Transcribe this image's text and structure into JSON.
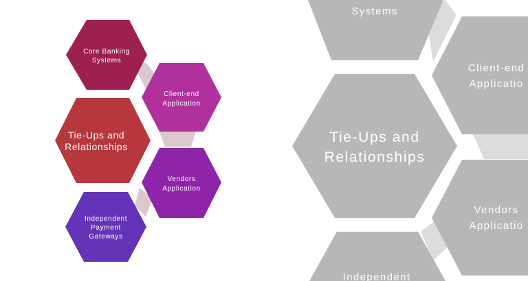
{
  "diagram": {
    "nodes": {
      "core_banking": {
        "line1": "Core Banking",
        "line2": "Systems",
        "color": "#9e2051"
      },
      "client_end": {
        "line1": "Client-end",
        "line2": "Application",
        "color": "#b0309e"
      },
      "tie_ups": {
        "line1": "Tie-Ups and",
        "line2": "Relationships",
        "color": "#b7373f"
      },
      "vendors": {
        "line1": "Vendors",
        "line2": "Application",
        "color": "#8e25a8"
      },
      "independent": {
        "line1": "Independent",
        "line2": "Payment",
        "line3": "Gateways",
        "color": "#6433b8"
      }
    },
    "connector_color": "#dcc7cf"
  },
  "zoomed_view": {
    "top_label": "Systems",
    "client_end": {
      "line1": "Client-end",
      "line2": "Applicatio"
    },
    "tie_ups": {
      "line1": "Tie-Ups and",
      "line2": "Relationships"
    },
    "vendors": {
      "line1": "Vendors",
      "line2": "Applicatio"
    },
    "independent": {
      "line1": "Independent"
    },
    "hex_color": "#b7b7b7",
    "connector_color": "#dcdcdc"
  }
}
